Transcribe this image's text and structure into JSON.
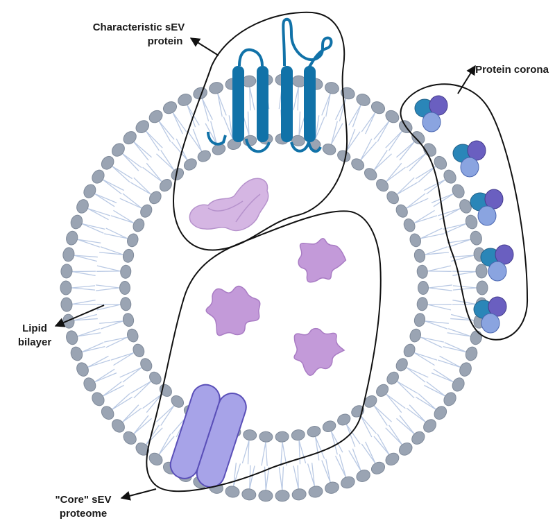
{
  "labels": {
    "characteristic": [
      "Characteristic sEV",
      "protein"
    ],
    "corona": "Protein corona",
    "lipid": [
      "Lipid",
      "bilayer"
    ],
    "core": [
      "\"Core\" sEV",
      "proteome"
    ]
  },
  "colors": {
    "lipid_head": "#9aa4b3",
    "lipid_head_stroke": "#7f8a9a",
    "lipid_tail": "#b9c9e4",
    "transmembrane": "#1172a8",
    "transmembrane_dark": "#0d5d8a",
    "core_protein": "#c39ad9",
    "core_protein_stroke": "#a97cc4",
    "channel_fill": "#a7a3e8",
    "channel_stroke": "#5a4fb8",
    "corona_a": "#2a86b8",
    "corona_b": "#6a5fc0",
    "corona_c": "#8aa4e0",
    "outline": "#111111"
  },
  "icons": {
    "membrane": "lipid-bilayer-ring",
    "transmembrane": "tetraspanin-icon",
    "corona_cluster": "protein-cluster-icon",
    "core_blob": "globular-protein-icon",
    "channel": "channel-protein-icon"
  },
  "counts": {
    "corona_clusters": 5,
    "core_blobs": 3
  }
}
